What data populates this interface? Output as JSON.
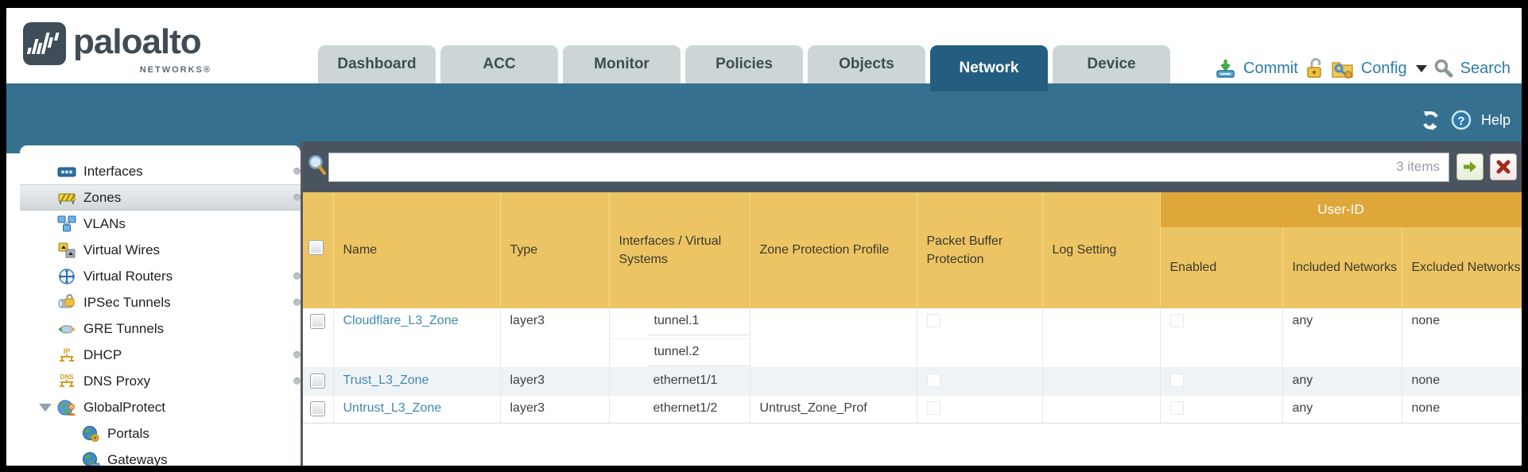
{
  "brand": {
    "wordmark": "paloalto",
    "sub": "NETWORKS®"
  },
  "tabs": [
    {
      "label": "Dashboard"
    },
    {
      "label": "ACC"
    },
    {
      "label": "Monitor"
    },
    {
      "label": "Policies"
    },
    {
      "label": "Objects"
    },
    {
      "label": "Network",
      "active": true
    },
    {
      "label": "Device"
    }
  ],
  "header_actions": {
    "commit": "Commit",
    "config": "Config",
    "search": "Search"
  },
  "titlebar": {
    "help": "Help"
  },
  "filter": {
    "items_count": "3 items",
    "query": ""
  },
  "sidebar": {
    "items": [
      {
        "label": "Interfaces",
        "icon": "interfaces-icon",
        "dot": true
      },
      {
        "label": "Zones",
        "icon": "zones-icon",
        "dot": true,
        "selected": true
      },
      {
        "label": "VLANs",
        "icon": "vlans-icon"
      },
      {
        "label": "Virtual Wires",
        "icon": "virtual-wires-icon"
      },
      {
        "label": "Virtual Routers",
        "icon": "virtual-routers-icon",
        "dot": true
      },
      {
        "label": "IPSec Tunnels",
        "icon": "ipsec-tunnels-icon",
        "dot": true
      },
      {
        "label": "GRE Tunnels",
        "icon": "gre-tunnels-icon"
      },
      {
        "label": "DHCP",
        "icon": "dhcp-icon",
        "dot": true
      },
      {
        "label": "DNS Proxy",
        "icon": "dns-proxy-icon",
        "dot": true
      },
      {
        "label": "GlobalProtect",
        "icon": "globalprotect-icon",
        "expanded": true
      },
      {
        "label": "Portals",
        "icon": "portals-icon",
        "indent": true
      },
      {
        "label": "Gateways",
        "icon": "gateways-icon",
        "indent": true
      }
    ]
  },
  "table": {
    "group": "User-ID",
    "columns": {
      "name": "Name",
      "type": "Type",
      "interfaces": "Interfaces / Virtual Systems",
      "zpp": "Zone Protection Profile",
      "pbp": "Packet Buffer Protection",
      "log": "Log Setting",
      "enabled": "Enabled",
      "included": "Included Networks",
      "excluded": "Excluded Networks"
    },
    "rows": [
      {
        "name": "Cloudflare_L3_Zone",
        "type": "layer3",
        "if1": "tunnel.1",
        "if2": "tunnel.2",
        "zpp": "",
        "log": "",
        "included": "any",
        "excluded": "none"
      },
      {
        "name": "Trust_L3_Zone",
        "type": "layer3",
        "if1": "ethernet1/1",
        "zpp": "",
        "log": "",
        "included": "any",
        "excluded": "none"
      },
      {
        "name": "Untrust_L3_Zone",
        "type": "layer3",
        "if1": "ethernet1/2",
        "zpp": "Untrust_Zone_Prof",
        "log": "",
        "included": "any",
        "excluded": "none"
      }
    ]
  },
  "colors": {
    "teal_band": "#35708f",
    "active_tab": "#235e80",
    "header_yellow": "#edc463",
    "user_id_band": "#dfa73a",
    "link_blue": "#3e8ab1",
    "filter_bar": "#4a545e"
  }
}
